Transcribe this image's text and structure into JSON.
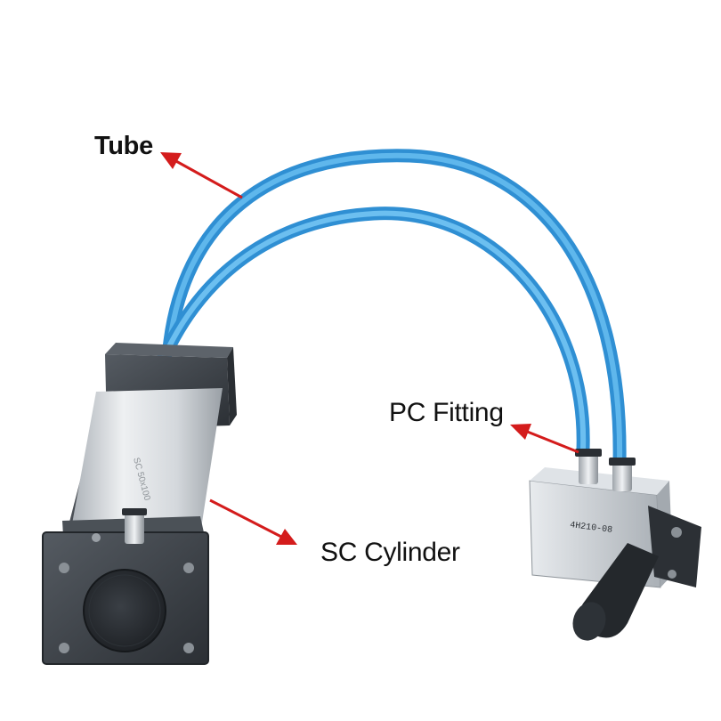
{
  "labels": {
    "tube": "Tube",
    "pc_fitting": "PC Fitting",
    "sc_cylinder": "SC Cylinder"
  },
  "colors": {
    "background": "#ffffff",
    "label_text": "#111111",
    "arrow": "#d41c1c",
    "tube": "#3aa3e6",
    "cylinder_cap": "#3d4248",
    "cylinder_barrel": "#d9dde1",
    "valve_body": "#c9ced3",
    "valve_handle": "#24282c"
  },
  "icons": {
    "tube_arrow": "arrow-left-up-icon",
    "pc_arrow": "arrow-left-up-icon",
    "sc_arrow": "arrow-right-down-icon"
  }
}
